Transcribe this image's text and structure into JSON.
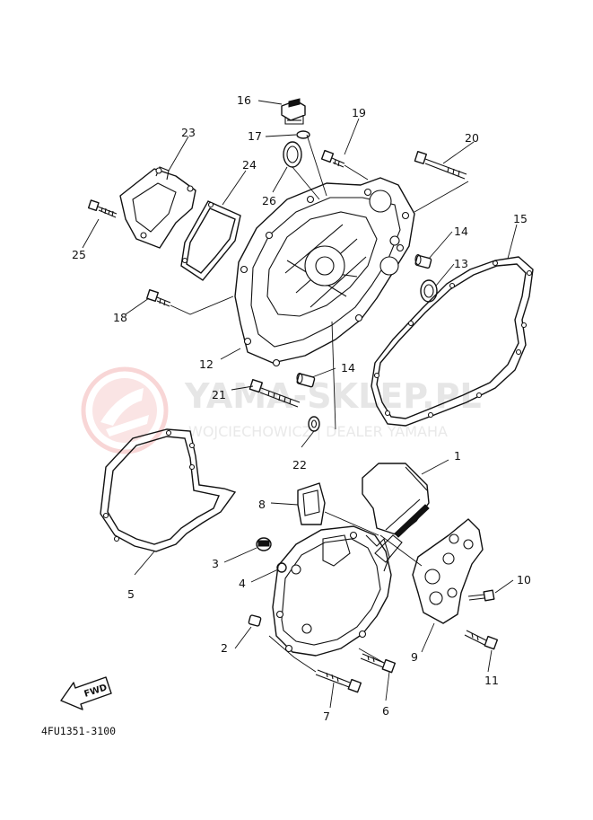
{
  "diagram": {
    "part_number": "4FU1351-3100",
    "fwd_label": "FWD",
    "watermark": {
      "name": "YAMA-SKLEP.PL",
      "tagline": "WOJCIECHOWICZ | DEALER YAMAHA"
    },
    "callouts": [
      {
        "id": "c16",
        "label": "16"
      },
      {
        "id": "c17",
        "label": "17"
      },
      {
        "id": "c19",
        "label": "19"
      },
      {
        "id": "c20",
        "label": "20"
      },
      {
        "id": "c23",
        "label": "23"
      },
      {
        "id": "c24",
        "label": "24"
      },
      {
        "id": "c26",
        "label": "26"
      },
      {
        "id": "c25",
        "label": "25"
      },
      {
        "id": "c14a",
        "label": "14"
      },
      {
        "id": "c15",
        "label": "15"
      },
      {
        "id": "c13",
        "label": "13"
      },
      {
        "id": "c18",
        "label": "18"
      },
      {
        "id": "c12",
        "label": "12"
      },
      {
        "id": "c14b",
        "label": "14"
      },
      {
        "id": "c21",
        "label": "21"
      },
      {
        "id": "c22",
        "label": "22"
      },
      {
        "id": "c1",
        "label": "1"
      },
      {
        "id": "c8",
        "label": "8"
      },
      {
        "id": "c3",
        "label": "3"
      },
      {
        "id": "c4",
        "label": "4"
      },
      {
        "id": "c5",
        "label": "5"
      },
      {
        "id": "c10",
        "label": "10"
      },
      {
        "id": "c2",
        "label": "2"
      },
      {
        "id": "c9",
        "label": "9"
      },
      {
        "id": "c11",
        "label": "11"
      },
      {
        "id": "c7",
        "label": "7"
      },
      {
        "id": "c6",
        "label": "6"
      }
    ]
  }
}
